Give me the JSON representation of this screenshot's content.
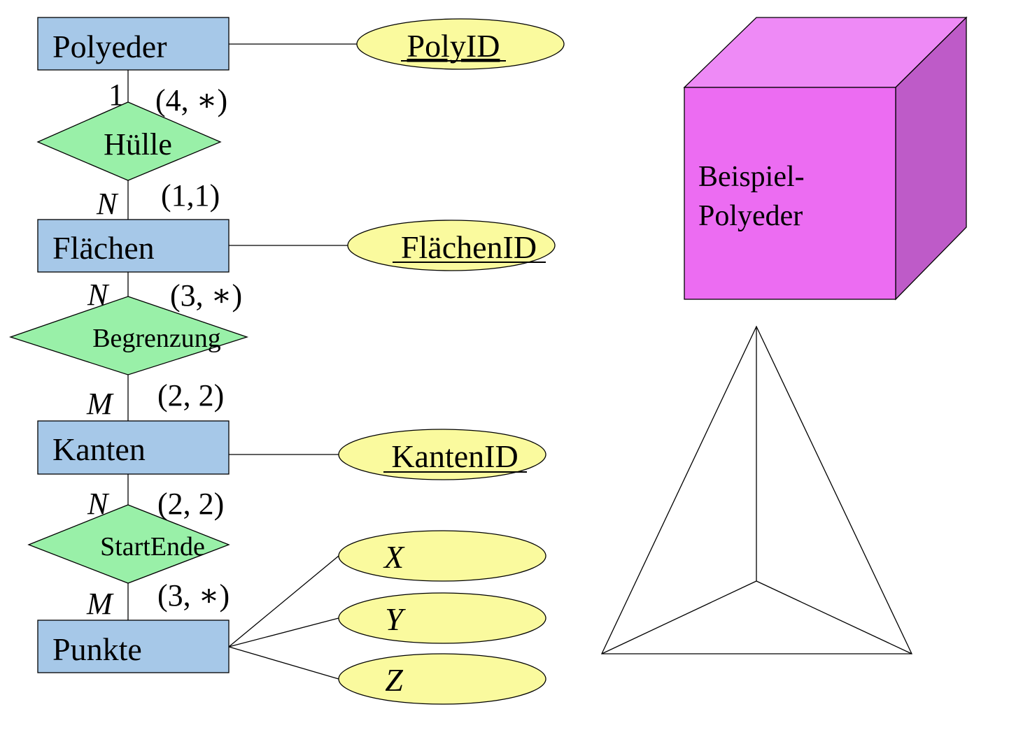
{
  "entities": {
    "polyeder": "Polyeder",
    "flaechen": "Flächen",
    "kanten": "Kanten",
    "punkte": "Punkte"
  },
  "relationships": {
    "huelle": "Hülle",
    "begrenzung": "Begrenzung",
    "startende": "StartEnde"
  },
  "attributes": {
    "polyid": "PolyID",
    "flaechenid": "FlächenID",
    "kantenid": "KantenID",
    "x": "X",
    "y": "Y",
    "z": "Z"
  },
  "cardinalities": {
    "huelle_top": "1",
    "huelle_top_minmax": "(4, ∗)",
    "huelle_bottom": "N",
    "huelle_bottom_minmax": "(1,1)",
    "begrenzung_top": "N",
    "begrenzung_top_minmax": "(3, ∗)",
    "begrenzung_bottom": "M",
    "begrenzung_bottom_minmax": "(2, 2)",
    "startende_top": "N",
    "startende_top_minmax": "(2, 2)",
    "startende_bottom": "M",
    "startende_bottom_minmax": "(3, ∗)"
  },
  "example": {
    "line1": "Beispiel-",
    "line2": "Polyeder"
  },
  "colors": {
    "entity_fill": "#a6c8e8",
    "relationship_fill": "#99f0a8",
    "attribute_fill": "#fafa9e",
    "cube_front": "#ec6cf2",
    "cube_top": "#ee8af6",
    "cube_side": "#be5bc8"
  }
}
